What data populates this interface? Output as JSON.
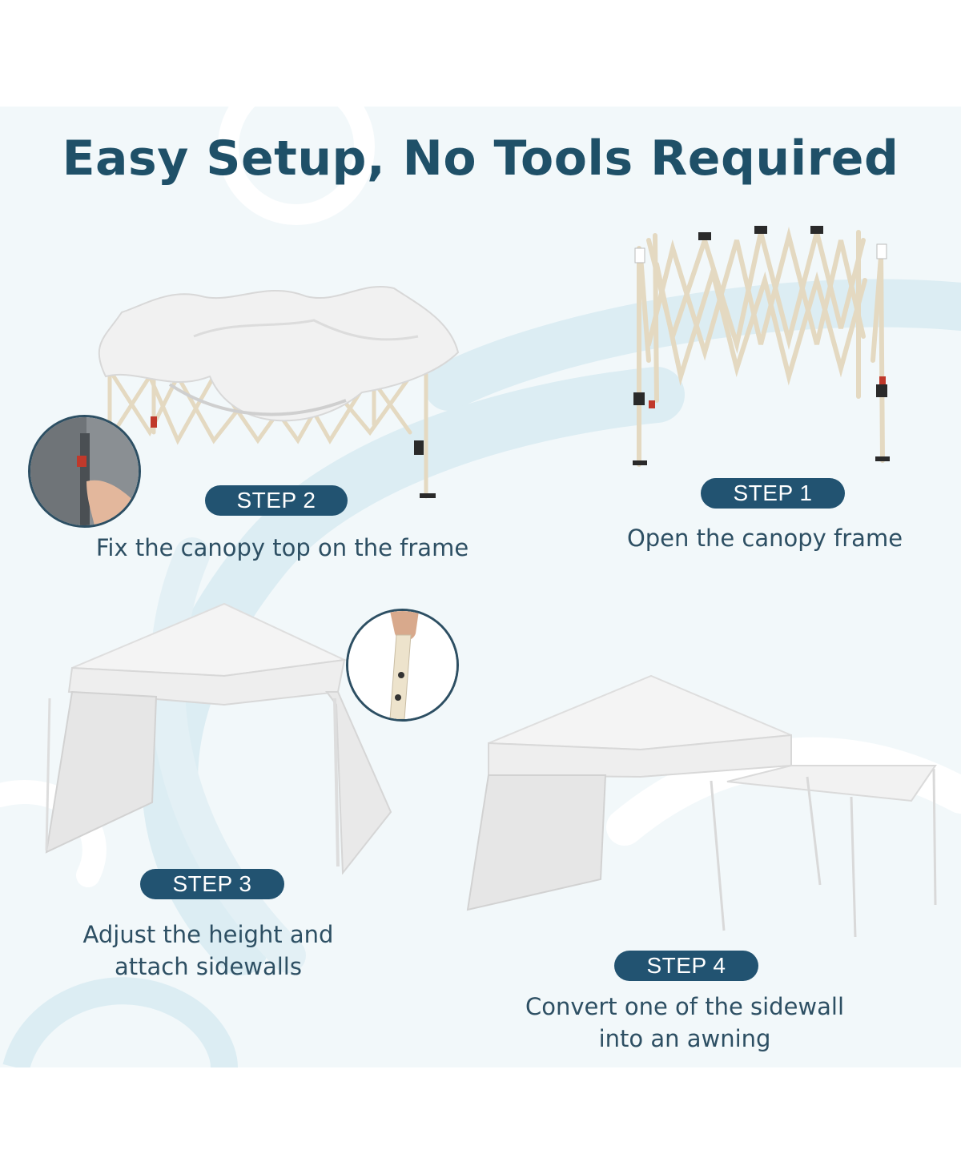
{
  "title": "Easy Setup, No Tools Required",
  "steps": [
    {
      "badge": "STEP 1",
      "caption": "Open the canopy frame"
    },
    {
      "badge": "STEP 2",
      "caption": "Fix the canopy top on the frame"
    },
    {
      "badge": "STEP 3",
      "caption_line1": "Adjust the height and",
      "caption_line2": "attach sidewalls"
    },
    {
      "badge": "STEP 4",
      "caption_line1": "Convert one of the sidewall",
      "caption_line2": "into an awning"
    }
  ],
  "colors": {
    "panel_background": "#f2f8fa",
    "title_text": "#1f5068",
    "badge_background": "#225371",
    "caption_text": "#2d4f63",
    "decor_swoosh": "#d7ebf2"
  }
}
